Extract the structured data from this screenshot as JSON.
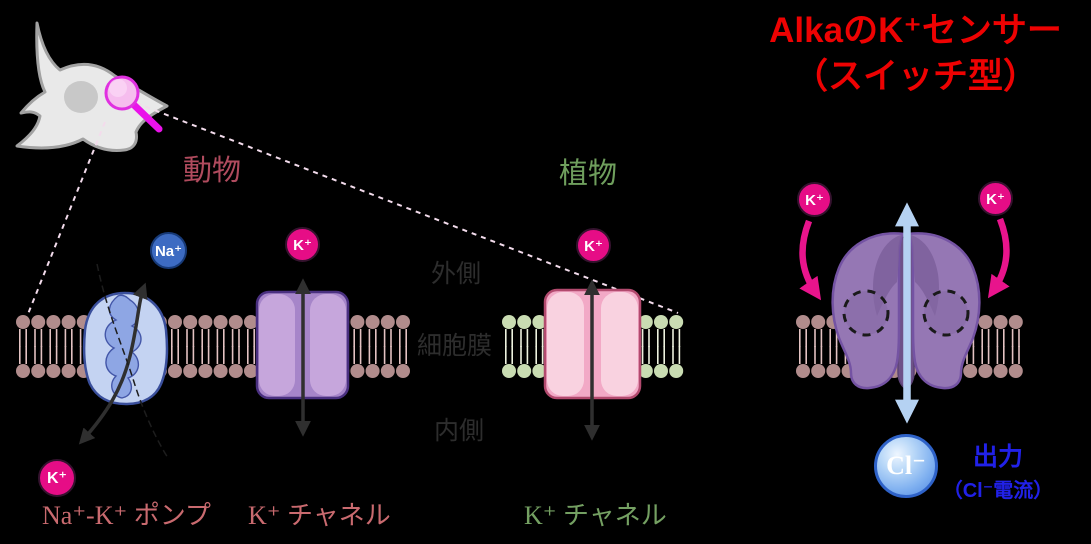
{
  "title": {
    "line1": "AlkaのK⁺センサー",
    "line2": "（スイッチ型）"
  },
  "sections": {
    "animal": "動物",
    "plant": "植物"
  },
  "membrane_labels": {
    "outside": "外側",
    "membrane": "細胞膜",
    "inside": "内側"
  },
  "protein_labels": {
    "pump": "Na⁺-K⁺ ポンプ",
    "animal_channel": "K⁺ チャネル",
    "plant_channel": "K⁺ チャネル"
  },
  "ions": {
    "sodium": "Na⁺",
    "potassium": "K⁺",
    "chloride": "Cl⁻"
  },
  "output": {
    "line1": "出力",
    "line2": "（Cl⁻電流）"
  },
  "icons": {
    "magnifier": "magnifier-icon",
    "cell": "neuron-cell-illustration"
  },
  "colors": {
    "background": "#000000",
    "title_red": "#ee0202",
    "animal_text_rose": "#b04b5e",
    "plant_text_green": "#6f9f5d",
    "membrane_text_gray": "#2d2d2d",
    "pump_label_rose": "#c96a6f",
    "plant_channel_label_green": "#74a062",
    "output_text_blue": "#2121e8",
    "potassium_magenta": "#e60d86",
    "sodium_blue": "#3d6bc2",
    "chloride_light_blue": "#7fb0f0",
    "lipid_head_animal": "#b18c8c",
    "lipid_tail_animal": "#e3c2c2",
    "lipid_head_plant": "#c9dcb2",
    "lipid_tail_plant": "#eef2df",
    "pump_fill_blue": "#c4d3f2",
    "animal_channel_purple": "#c6a6dc",
    "plant_channel_pink": "#f9d2e0",
    "sensor_purple": "#9577b4",
    "k_arrow_magenta": "#e8148c",
    "cl_flow_arrow_blue": "#b5d2f2",
    "dashed_zoom_line_pink": "#f3dcec"
  }
}
